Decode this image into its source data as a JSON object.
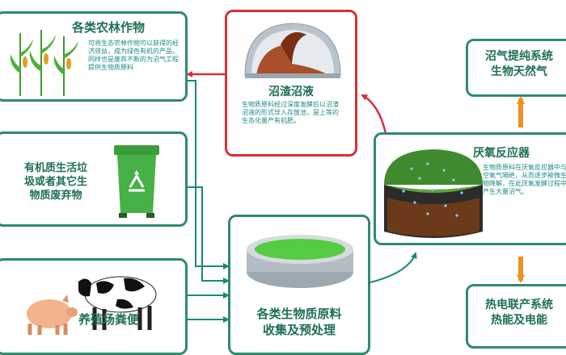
{
  "crops": {
    "title": "各类农林作物",
    "desc": "可将生态农林作物可以获得的经济效益，成为绿色有机的产品，同样也是废弃不断的为沼气工程提供生物质原料"
  },
  "waste": {
    "title_lines": [
      "有机质生活垃",
      "圾或者其它生",
      "物质废弃物"
    ]
  },
  "livestock": {
    "title": "养殖场粪便"
  },
  "residue": {
    "title": "沼渣沼液",
    "desc": "生物质原料经过深度发酵后以沼渣沼液的形式导入存放池，是上等的生态化量产有机肥。"
  },
  "collection": {
    "title_lines": [
      "各类生物质原料",
      "收集及预处理"
    ]
  },
  "reactor": {
    "title": "厌氧反应器",
    "desc": "生物质原料在厌氧反应器中与空氧气隔绝，从而逐步被微生物降解，在此厌氧发酵过程中产生大量沼气。"
  },
  "biogas": {
    "title_lines": [
      "沼气提纯系统",
      "生物天然气"
    ]
  },
  "chp": {
    "title_lines": [
      "热电联产系统",
      "热能及电能"
    ]
  },
  "colors": {
    "green_border": "#2e8b6e",
    "red_border": "#d8303a",
    "orange_arrow": "#f0901e",
    "teal_arrow": "#1a8a76"
  }
}
